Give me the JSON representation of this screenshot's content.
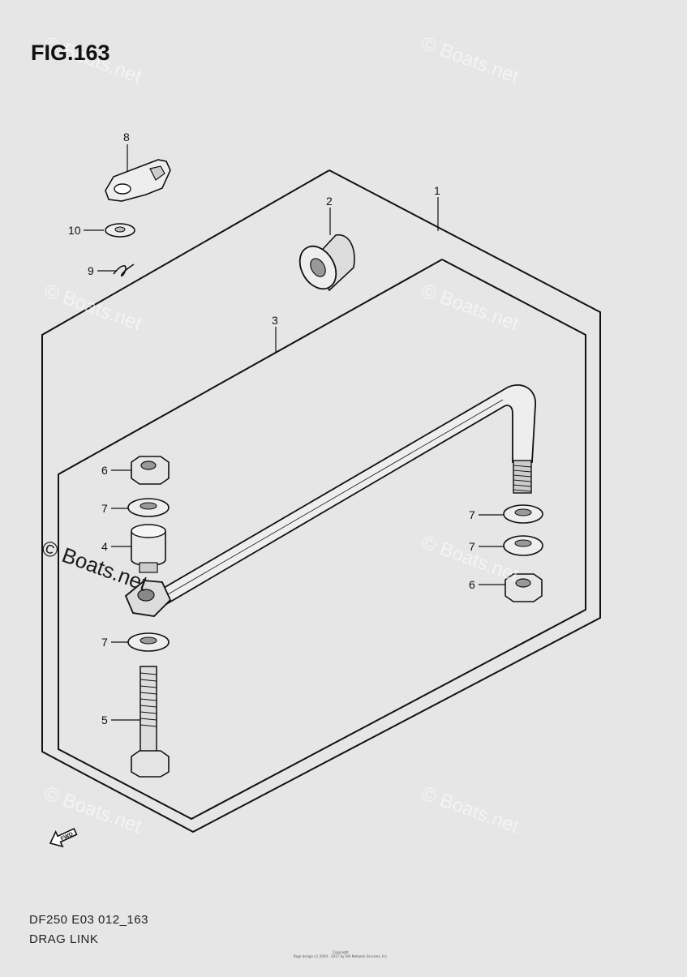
{
  "figure": {
    "title": "FIG.163"
  },
  "callouts": [
    {
      "number": "1"
    },
    {
      "number": "2"
    },
    {
      "number": "3"
    },
    {
      "number": "4"
    },
    {
      "number": "5"
    },
    {
      "number": "6"
    },
    {
      "number": "6"
    },
    {
      "number": "7"
    },
    {
      "number": "7"
    },
    {
      "number": "7"
    },
    {
      "number": "7"
    },
    {
      "number": "8"
    },
    {
      "number": "9"
    },
    {
      "number": "10"
    }
  ],
  "direction_marker": {
    "label": "FWD",
    "icon": "fwd-arrow-icon"
  },
  "footer": {
    "code": "DF250 E03 012_163",
    "name": "DRAG LINK",
    "copyright_line1": "Copyright",
    "copyright_line2": "Page design (c) 2004 - 2017 by ARI Network Services, Inc."
  },
  "watermark": {
    "text": "© Boats.net"
  }
}
